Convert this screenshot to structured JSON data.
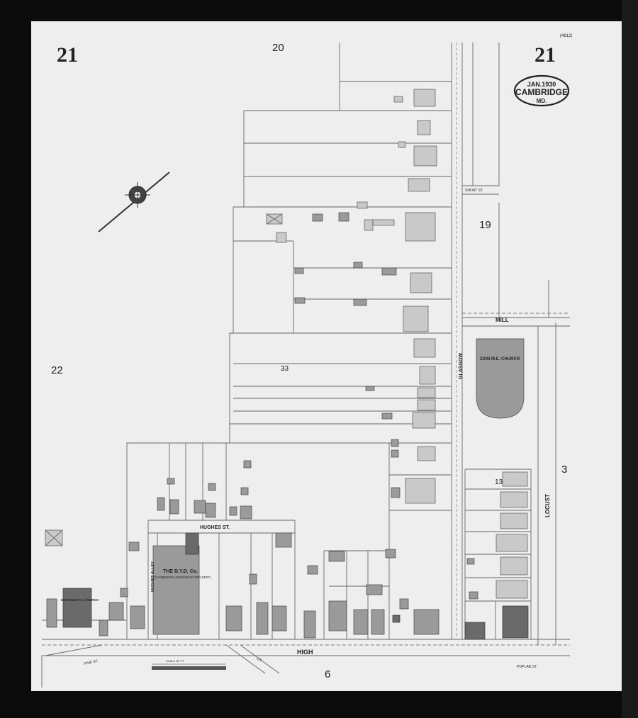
{
  "sheet": {
    "page_number_left": "21",
    "page_number_right": "21",
    "corner_note": "(4612)",
    "stamp": {
      "date": "JAN.1930",
      "city": "CAMBRIDGE",
      "state": "MD."
    }
  },
  "adjacent_sheets": {
    "top": "20",
    "left": "22",
    "right": "3",
    "bottom": "6",
    "right_upper": "19"
  },
  "block_numbers": {
    "block_33": "33",
    "block_13": "13"
  },
  "streets": {
    "high": "HIGH",
    "glasgow": "GLASGOW",
    "locust": "LOCUST",
    "hughes": "HUGHES ST.",
    "hughes_alley": "HUGHES ALLEY",
    "mill": "MILL",
    "short": "SHORT ST.",
    "pine": "PINE ST.",
    "poplar": "POPLAR ST.",
    "court": "CT."
  },
  "labels": {
    "byd_co": "THE B.Y.D. Co.",
    "byd_sub": "(CAMBRIDGE UNDERWEAR MFG DEPT)",
    "zion_church": "ZION M.E. CHURCH",
    "methodist_church": "METHODIST E. CHURCH",
    "scale": "SCALE OF FT."
  }
}
